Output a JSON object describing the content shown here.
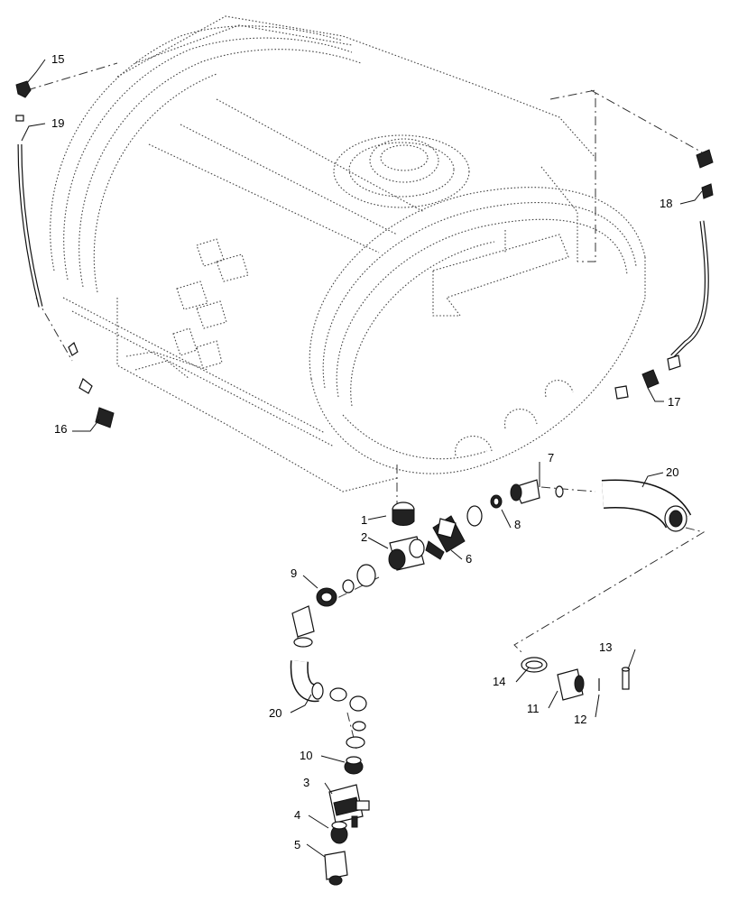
{
  "callouts": [
    {
      "id": "c1",
      "label": "1"
    },
    {
      "id": "c2",
      "label": "2"
    },
    {
      "id": "c3",
      "label": "3"
    },
    {
      "id": "c4",
      "label": "4"
    },
    {
      "id": "c5",
      "label": "5"
    },
    {
      "id": "c6",
      "label": "6"
    },
    {
      "id": "c7",
      "label": "7"
    },
    {
      "id": "c8",
      "label": "8"
    },
    {
      "id": "c9",
      "label": "9"
    },
    {
      "id": "c10",
      "label": "10"
    },
    {
      "id": "c11",
      "label": "11"
    },
    {
      "id": "c12",
      "label": "12"
    },
    {
      "id": "c13",
      "label": "13"
    },
    {
      "id": "c14",
      "label": "14"
    },
    {
      "id": "c15",
      "label": "15"
    },
    {
      "id": "c16",
      "label": "16"
    },
    {
      "id": "c17",
      "label": "17"
    },
    {
      "id": "c18",
      "label": "18"
    },
    {
      "id": "c19",
      "label": "19"
    },
    {
      "id": "c20a",
      "label": "20"
    },
    {
      "id": "c20b",
      "label": "20"
    }
  ]
}
